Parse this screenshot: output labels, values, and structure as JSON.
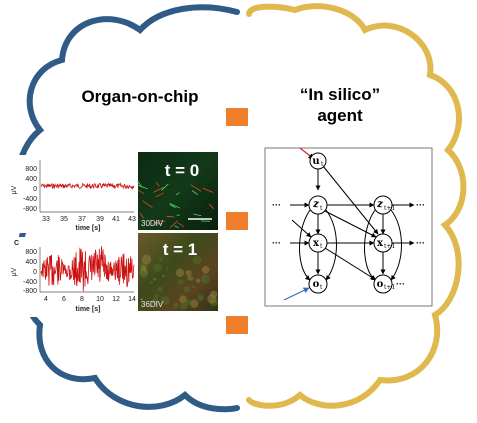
{
  "left_title": "Organ-on-chip",
  "right_title_line1": "“In silico”",
  "right_title_line2": "agent",
  "colors": {
    "left_outline": "#2f5b86",
    "right_outline": "#e0b94e",
    "connector": "#ee7d2c",
    "signal": "#cc1111"
  },
  "plots": [
    {
      "panel_letter": "",
      "yticks": [
        "800",
        "400",
        "0",
        "-400",
        "-800"
      ],
      "ylabel": "μV",
      "xticks": [
        "33",
        "35",
        "37",
        "39",
        "41",
        "43"
      ],
      "xlabel": "time [s]"
    },
    {
      "panel_letter": "C",
      "yticks": [
        "800",
        "400",
        "0",
        "-400",
        "-800"
      ],
      "ylabel": "μV",
      "xticks": [
        "4",
        "6",
        "8",
        "10",
        "12",
        "14"
      ],
      "xlabel": "time [s]"
    }
  ],
  "images": [
    {
      "label": "t = 0",
      "div": "30DIV"
    },
    {
      "label": "t = 1",
      "div": "36DIV"
    }
  ],
  "graph": {
    "u": "u",
    "u_sub": "t",
    "z_t": "z",
    "z_t_sub": "t",
    "z_t1": "z",
    "z_t1_sub": "t+1",
    "x_t": "x",
    "x_t_sub": "t",
    "x_t1": "x",
    "x_t1_sub": "t+1",
    "o_t": "o",
    "o_t_sub": "t",
    "o_t1": "o",
    "o_t1_sub": "t+1",
    "ellipsis": "···"
  }
}
